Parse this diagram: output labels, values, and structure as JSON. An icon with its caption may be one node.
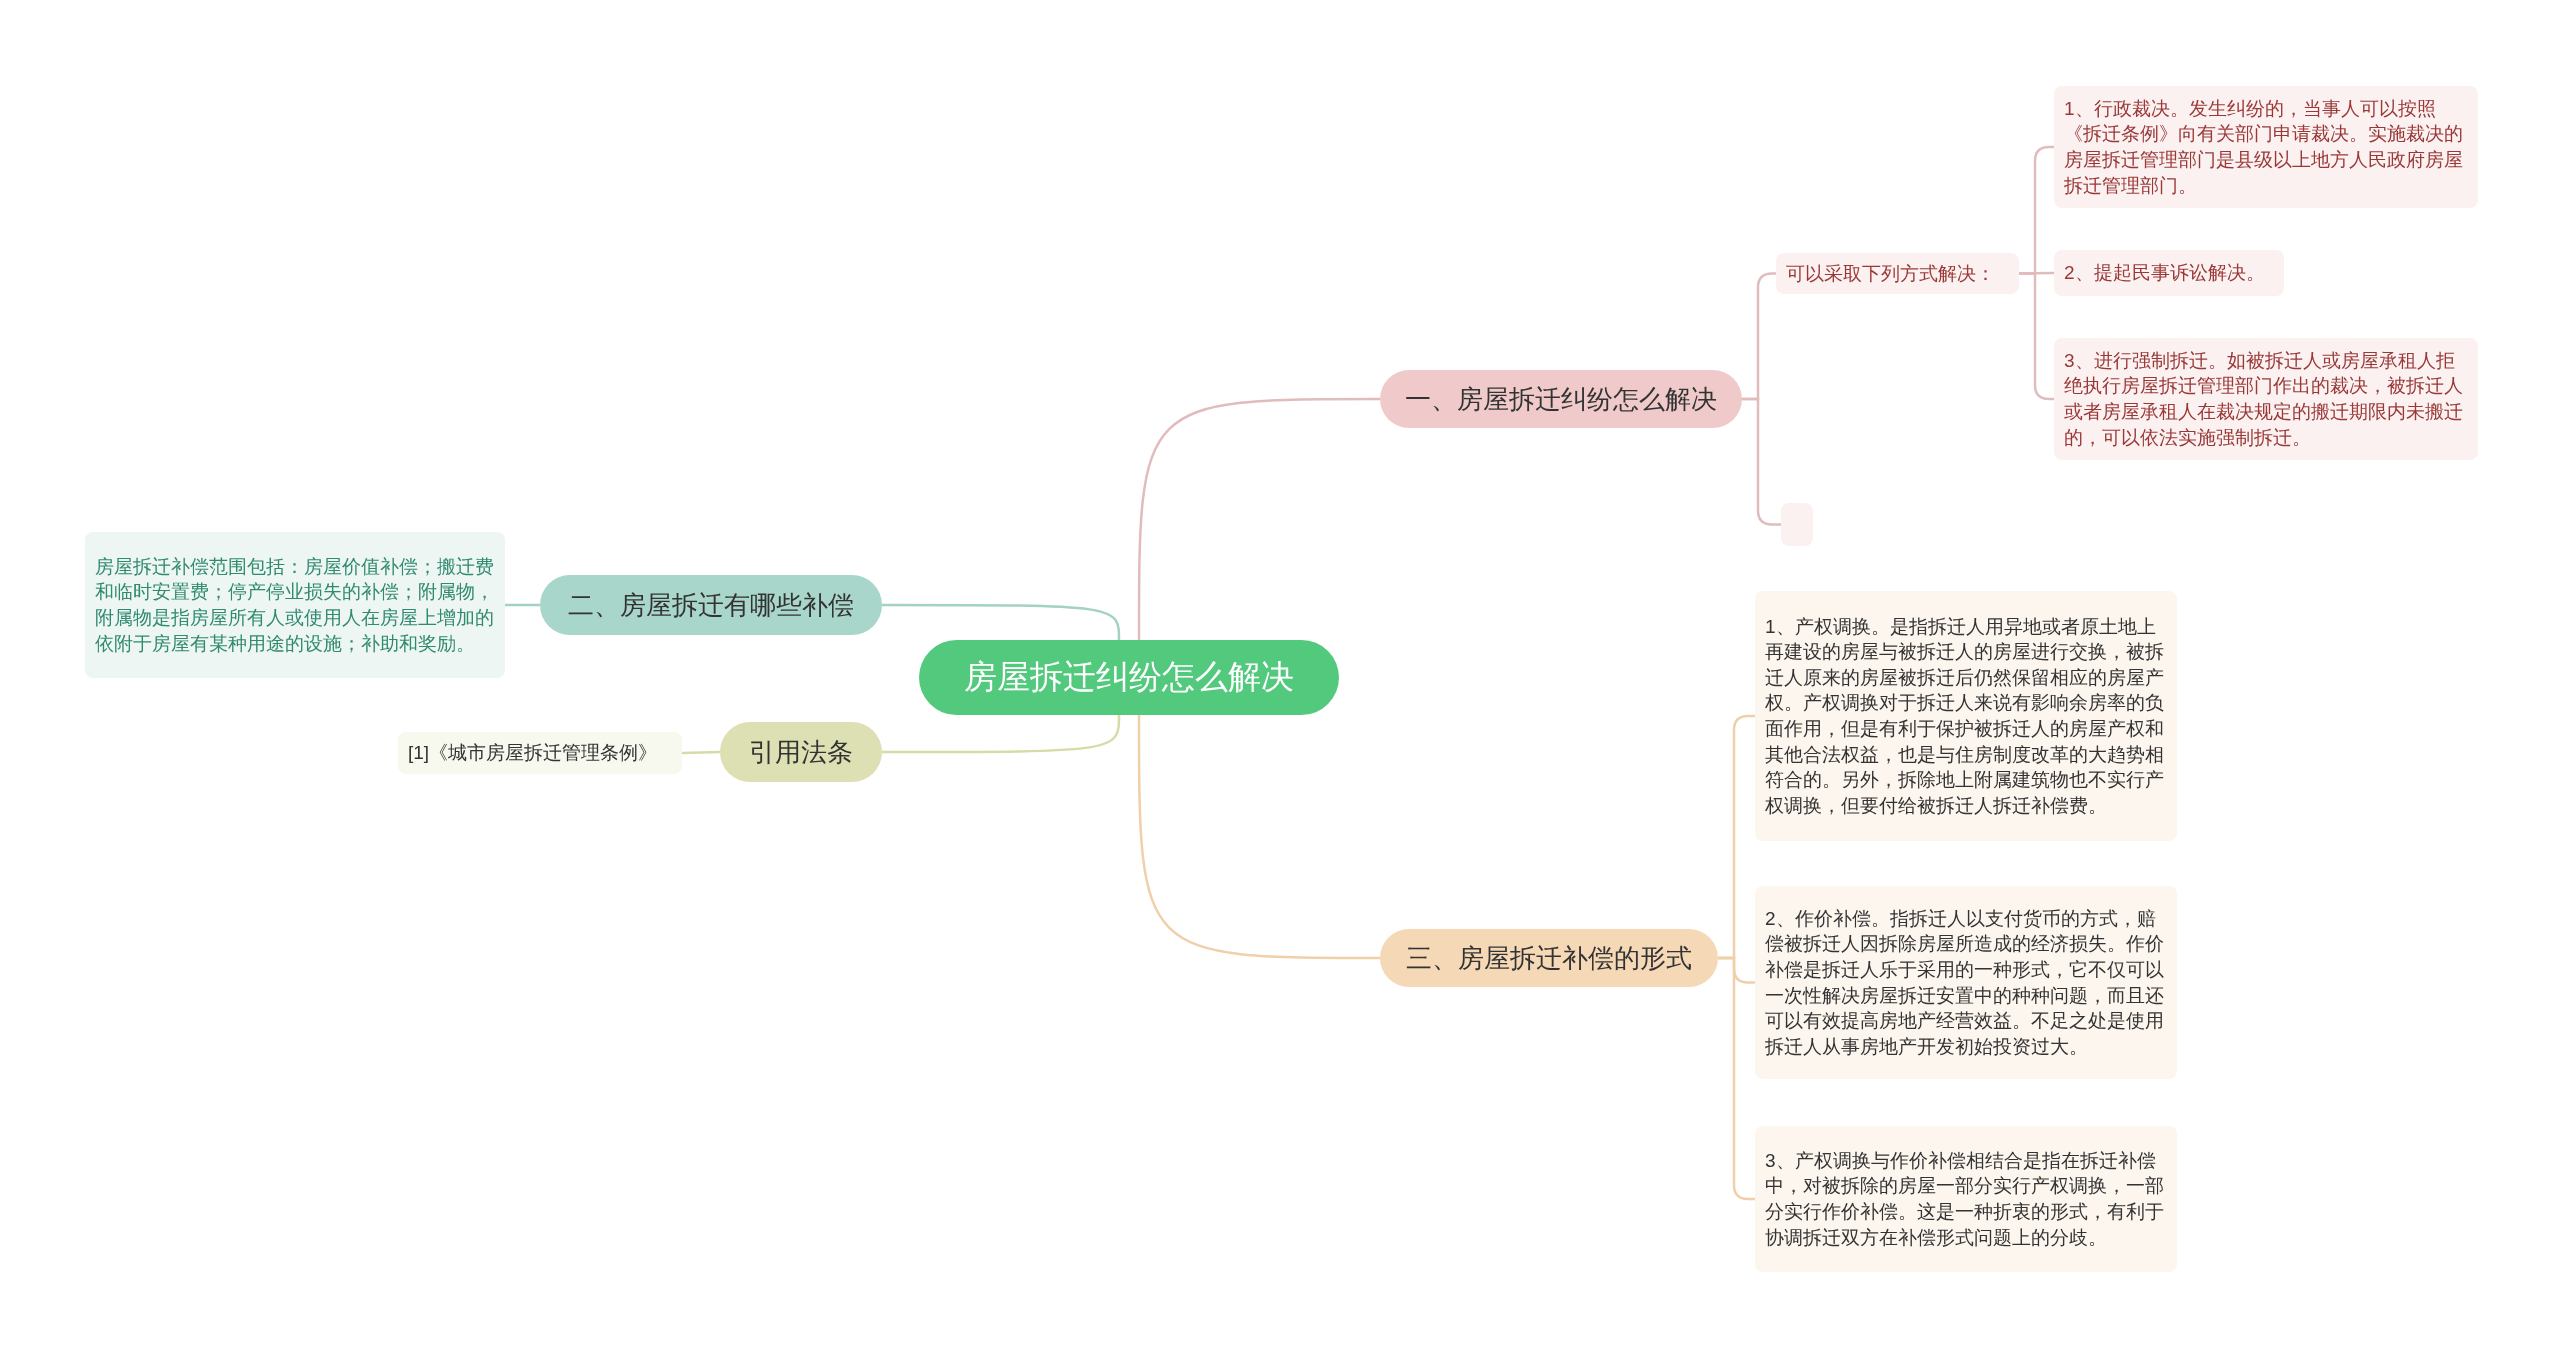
{
  "diagram": {
    "nodes": [
      {
        "text": [
          "房屋拆迁纠纷怎么解决"
        ]
      },
      {
        "text": [
          "一、房屋拆迁纠纷怎么解决"
        ]
      },
      {
        "text": [
          "可以采取下列方式解决："
        ]
      },
      {
        "text": [
          "1、行政裁决。发生纠纷的，当事人可以按照《拆迁条例》向有关部门申请裁决。实施裁决的房屋拆迁管理部门是县级以上地方人民政府房屋拆迁管理部门。"
        ]
      },
      {
        "text": [
          "2、提起民事诉讼解决。"
        ]
      },
      {
        "text": [
          "3、进行强制拆迁。如被拆迁人或房屋承租人拒绝执行房屋拆迁管理部门作出的裁决，被拆迁人或者房屋承租人在裁决规定的搬迁期限内未搬迁的，可以依法实施强制拆迁。"
        ]
      },
      {
        "text": [],
        "shape": "box"
      },
      {
        "text": [
          "二、房屋拆迁有哪些补偿"
        ]
      },
      {
        "text": [
          "房屋拆迁补偿范围包括：房屋价值补偿；搬迁费和临时安置费；停产停业损失的补偿；附属物，附属物是指房屋所有人或使用人在房屋上增加的依附于房屋有某种用途的设施；补助和奖励。"
        ]
      },
      {
        "text": [
          "引用法条"
        ]
      },
      {
        "text": [
          "[1]《城市房屋拆迁管理条例》"
        ]
      },
      {
        "text": [
          "三、房屋拆迁补偿的形式"
        ]
      },
      {
        "text": [
          "1、产权调换。是指拆迁人用异地或者原土地上再建设的房屋与被拆迁人的房屋进行交换，被拆迁人原来的房屋被拆迁后仍然保留相应的房屋产权。产权调换对于拆迁人来说有影响余房率的负面作用，但是有利于保护被拆迁人的房屋产权和其他合法权益，也是与住房制度改革的大趋势相符合的。另外，拆除地上附属建筑物也不实行产权调换，但要付给被拆迁人拆迁补偿费。"
        ]
      },
      {
        "text": [
          "2、作价补偿。指拆迁人以支付货币的方式，赔偿被拆迁人因拆除房屋所造成的经济损失。作价补偿是拆迁人乐于采用的一种形式，它不仅可以一次性解决房屋拆迁安置中的种种问题，而且还可以有效提高房地产经营效益。不足之处是使用拆迁人从事房地产开发初始投资过大。"
        ]
      },
      {
        "text": [
          "3、产权调换与作价补偿相结合是指在拆迁补偿中，对被拆除的房屋一部分实行产权调换，一部分实行作价补偿。这是一种折衷的形式，有利于协调拆迁双方在补偿形式问题上的分歧。"
        ]
      }
    ],
    "edges": [
      {
        "from": 0,
        "to": 1,
        "arrow": "none",
        "color": "#e2bcbc"
      },
      {
        "from": 0,
        "to": 7,
        "arrow": "none",
        "color": "#a3d2c5"
      },
      {
        "from": 0,
        "to": 9,
        "arrow": "none",
        "color": "#d8dba8"
      },
      {
        "from": 0,
        "to": 11,
        "arrow": "none",
        "color": "#f0d0aa"
      },
      {
        "from": 1,
        "to": 2,
        "arrow": "none",
        "color": "#e2bcbc"
      },
      {
        "from": 1,
        "to": 6,
        "arrow": "none",
        "color": "#e2bcbc"
      },
      {
        "from": 2,
        "to": 3,
        "arrow": "none",
        "color": "#e2bcbc"
      },
      {
        "from": 2,
        "to": 4,
        "arrow": "none",
        "color": "#e2bcbc"
      },
      {
        "from": 2,
        "to": 5,
        "arrow": "none",
        "color": "#e2bcbc"
      },
      {
        "from": 7,
        "to": 8,
        "arrow": "none",
        "color": "#a3d2c5"
      },
      {
        "from": 9,
        "to": 10,
        "arrow": "none",
        "color": "#d8dba8"
      },
      {
        "from": 11,
        "to": 12,
        "arrow": "none",
        "color": "#f0d0aa"
      },
      {
        "from": 11,
        "to": 13,
        "arrow": "none",
        "color": "#f0d0aa"
      },
      {
        "from": 11,
        "to": 14,
        "arrow": "none",
        "color": "#f0d0aa"
      }
    ]
  }
}
